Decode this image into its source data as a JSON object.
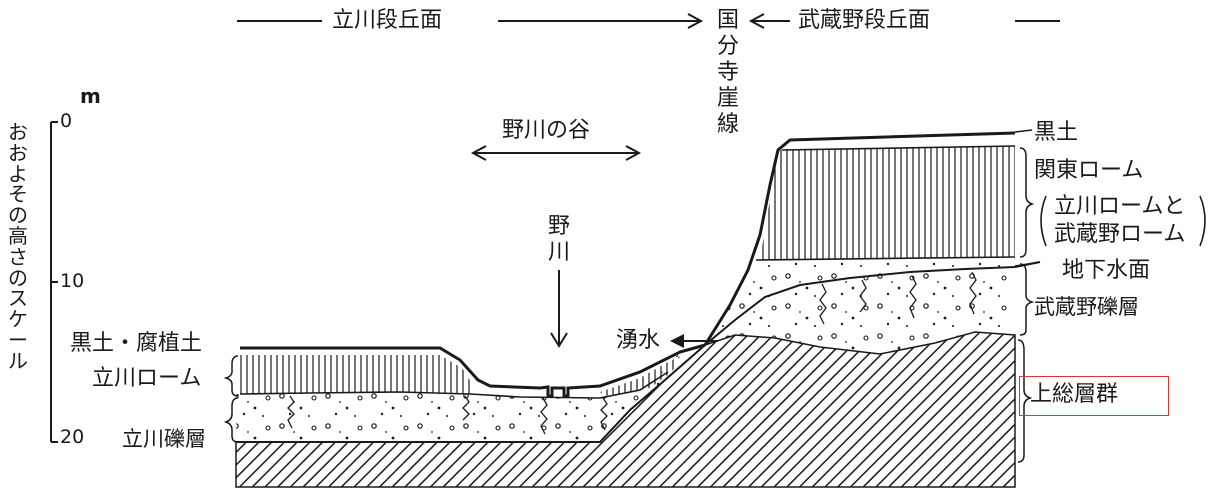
{
  "top": {
    "tachikawa_terrace": "立川段丘面",
    "musashino_terrace": "武蔵野段丘面",
    "kokubunji_cliff_line": "国分寺崖線"
  },
  "scale": {
    "unit": "m",
    "label": "おおよその高さのスケール",
    "ticks": [
      "0",
      "10",
      "20"
    ]
  },
  "center": {
    "valley": "野川の谷",
    "river": "野川",
    "spring": "湧水"
  },
  "left_layers": {
    "topsoil": "黒土・腐植土",
    "loam": "立川ローム",
    "gravel": "立川礫層"
  },
  "right_layers": {
    "black_soil": "黒土",
    "kanto_loam": "関東ローム",
    "loam_note_1": "立川ロームと",
    "loam_note_2": "武蔵野ローム",
    "water_table": "地下水面",
    "gravel": "武蔵野礫層",
    "kazusa_group": "上総層群"
  },
  "colors": {
    "ink": "#1a1a1a",
    "highlight": "#dd3333"
  }
}
